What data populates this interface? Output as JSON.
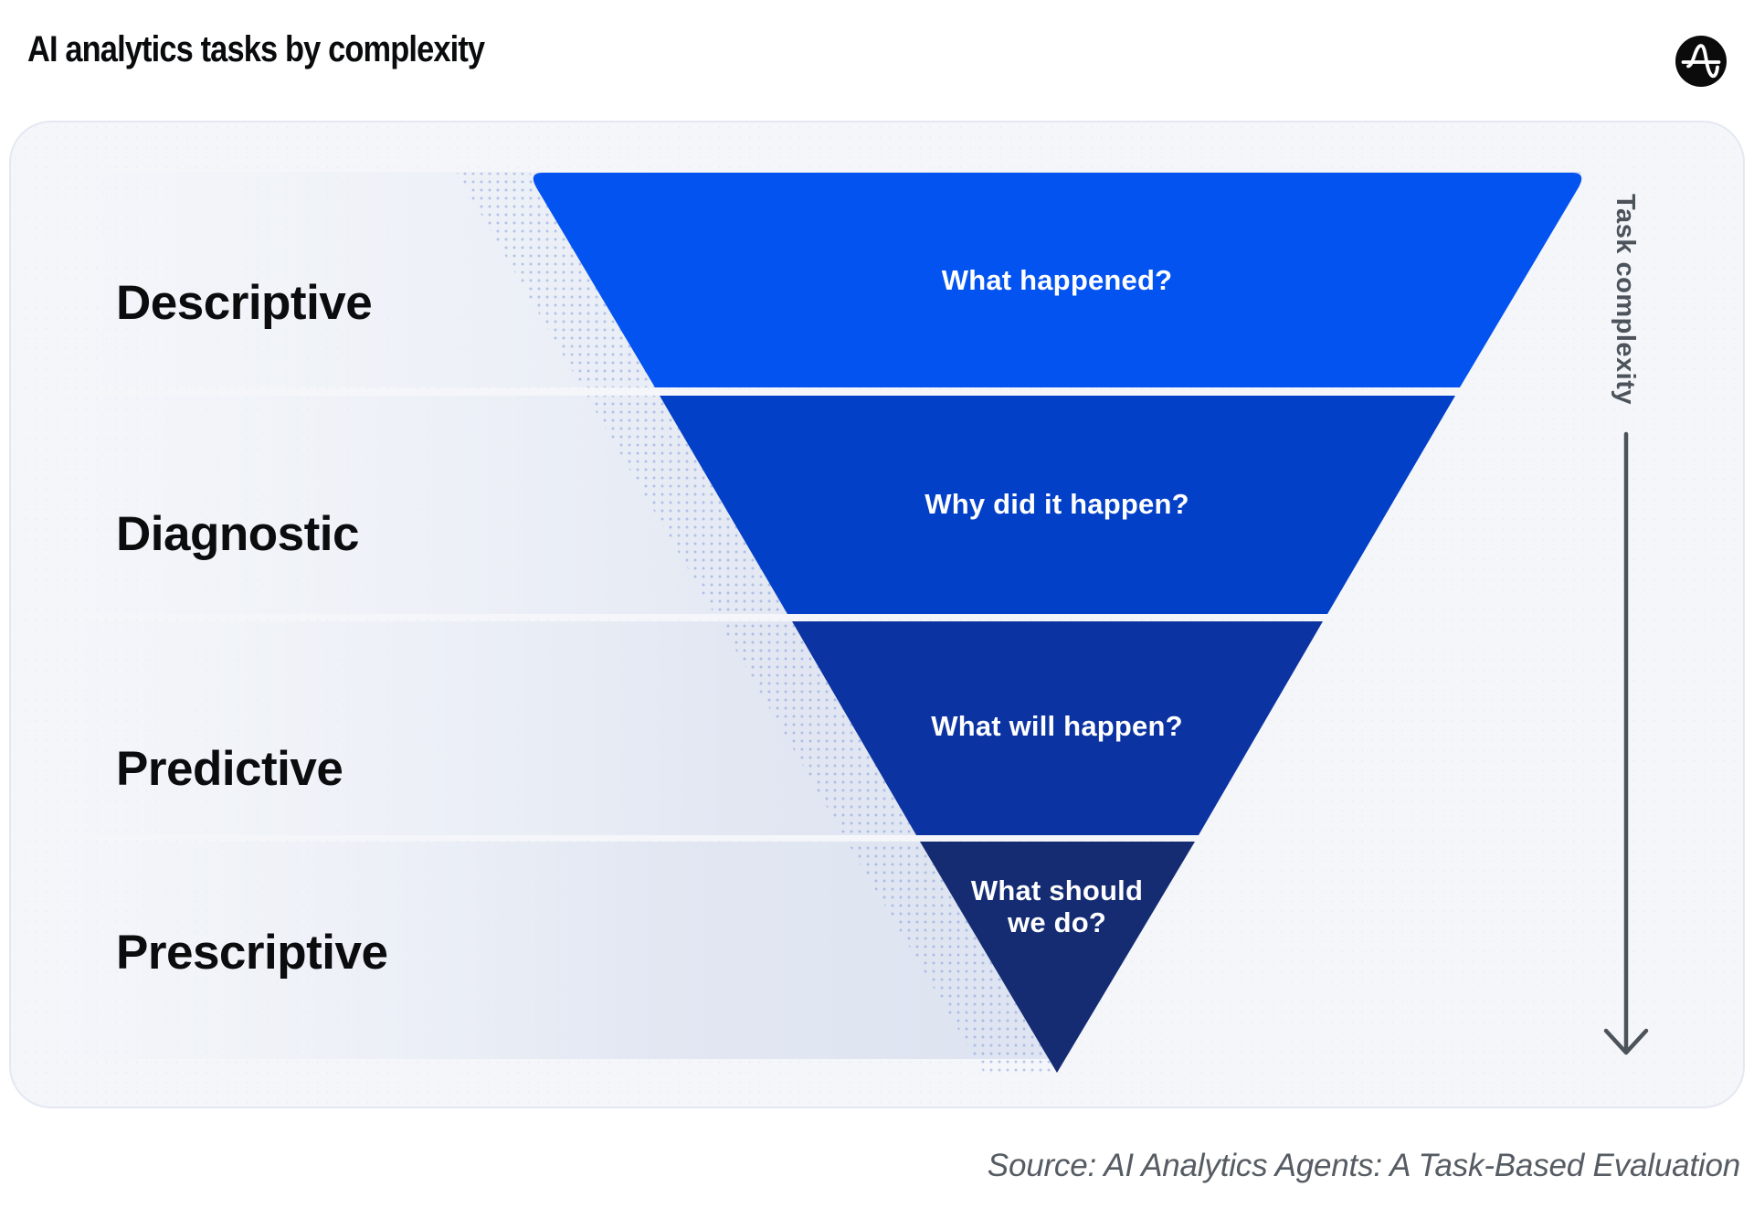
{
  "header": {
    "title": "AI analytics tasks by complexity",
    "logo": "amplitude-logo"
  },
  "diagram": {
    "axis_label": "Task complexity",
    "rows": [
      {
        "label": "Descriptive",
        "question": "What happened?",
        "color": "#0353F0"
      },
      {
        "label": "Diagnostic",
        "question": "Why did it happen?",
        "color": "#0340C8"
      },
      {
        "label": "Predictive",
        "question": "What will happen?",
        "color": "#0C33A2"
      },
      {
        "label": "Prescriptive",
        "question": "What should we do?",
        "color": "#152C73"
      }
    ],
    "theme": {
      "card_bg": "#F4F6FA",
      "band_left": "#F4F6FA",
      "band_right": "#DCE2F0",
      "dot_color": "#6F8FD6",
      "axis_color": "#4C535B",
      "label_color": "#0B0C0E",
      "question_color": "#FFFFFF"
    }
  },
  "footer": {
    "source": "Source: AI Analytics Agents: A Task-Based Evaluation"
  }
}
